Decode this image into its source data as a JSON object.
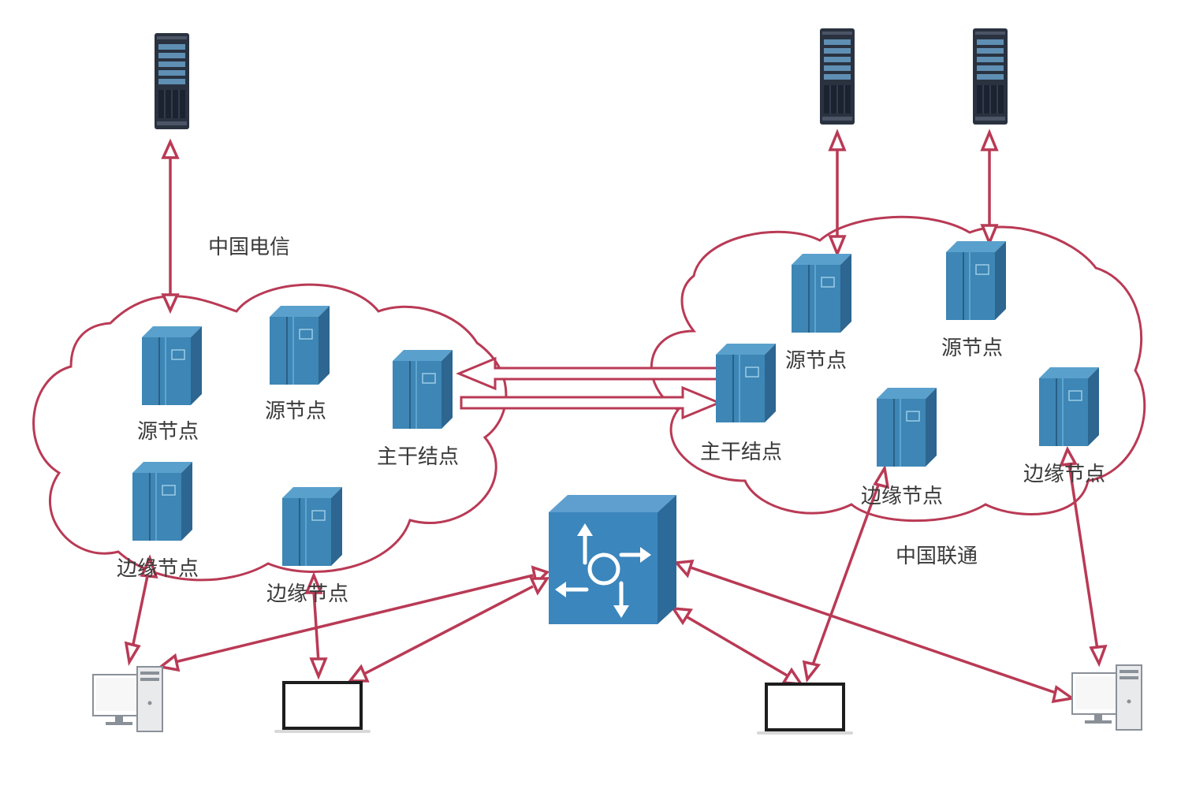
{
  "labels": {
    "telecom": "中国电信",
    "unicom": "中国联通",
    "left_source_a": "源节点",
    "left_source_b": "源节点",
    "left_backbone": "主干结点",
    "left_edge_a": "边缘节点",
    "left_edge_b": "边缘节点",
    "right_source_a": "源节点",
    "right_source_b": "源节点",
    "right_backbone": "主干结点",
    "right_edge_a": "边缘节点",
    "right_edge_b": "边缘节点"
  },
  "colors": {
    "link": "#b93a55",
    "node_front": "#3d86b5",
    "node_side": "#2d6690",
    "node_top": "#5aa0cc",
    "rack": "#2a3240",
    "switch_front": "#3b86bd"
  },
  "icons": [
    "origin-server-rack-icon",
    "cdn-node-server-icon",
    "router-switch-icon",
    "desktop-pc-icon",
    "laptop-icon"
  ]
}
